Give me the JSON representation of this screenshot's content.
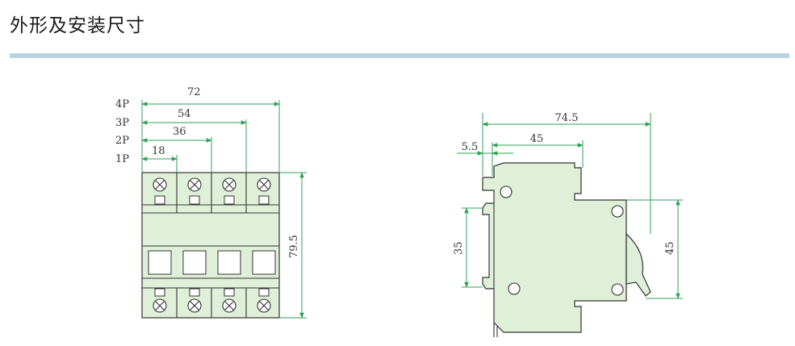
{
  "title": "外形及安装尺寸",
  "front_view": {
    "pole_labels": [
      "4P",
      "3P",
      "2P",
      "1P"
    ],
    "widths": [
      "72",
      "54",
      "36",
      "18"
    ],
    "height": "79.5"
  },
  "side_view": {
    "depth": "74.5",
    "top_offset": "5.5",
    "top_width": "45",
    "rail_height": "35",
    "right_height": "45"
  },
  "colors": {
    "body_fill": "#dfefd8",
    "dim_line": "#2fa055",
    "title_rule": "#b8d4e2"
  }
}
